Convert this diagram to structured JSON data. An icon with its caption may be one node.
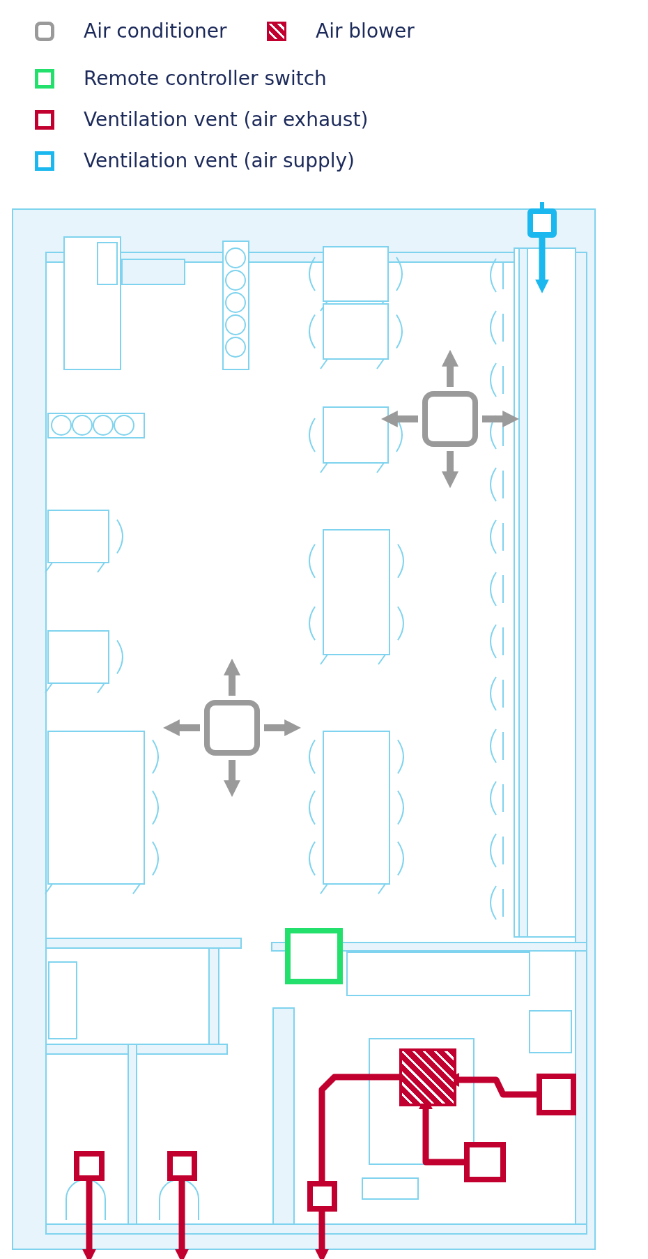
{
  "diagram": {
    "nodes": [
      {
        "text": [],
        "shape": "box"
      },
      {
        "text": [],
        "shape": "box"
      },
      {
        "text": [],
        "shape": "box"
      },
      {
        "text": [],
        "shape": "box"
      },
      {
        "text": [],
        "shape": "box"
      },
      {
        "text": [],
        "shape": "box"
      },
      {
        "text": [],
        "shape": "box"
      },
      {
        "text": [],
        "shape": "box"
      },
      {
        "text": [],
        "shape": "box"
      },
      {
        "text": [],
        "shape": "box"
      }
    ],
    "edges": [
      {
        "from": 5,
        "to": 4,
        "arrow": "to"
      },
      {
        "from": 6,
        "to": 4,
        "arrow": "to"
      },
      {
        "from": 4,
        "to": 9,
        "arrow": "none"
      },
      {
        "from": 9,
        "to": null,
        "arrow": "to"
      },
      {
        "from": 7,
        "to": null,
        "arrow": "to"
      },
      {
        "from": 8,
        "to": null,
        "arrow": "to"
      },
      {
        "from": 0,
        "to": null,
        "arrow": "to",
        "color": "#1ab8ee"
      }
    ],
    "legend": [
      {
        "text": "Air conditioner",
        "color": "#9a9a9a"
      },
      {
        "text": "Air blower"
      },
      {
        "text": "Remote controller switch",
        "color": "#22e06b"
      },
      {
        "text": "Ventilation vent (air exhaust)",
        "color": "#c2002f"
      },
      {
        "text": "Ventilation vent (air supply)",
        "color": "#1ab8ee"
      }
    ]
  }
}
